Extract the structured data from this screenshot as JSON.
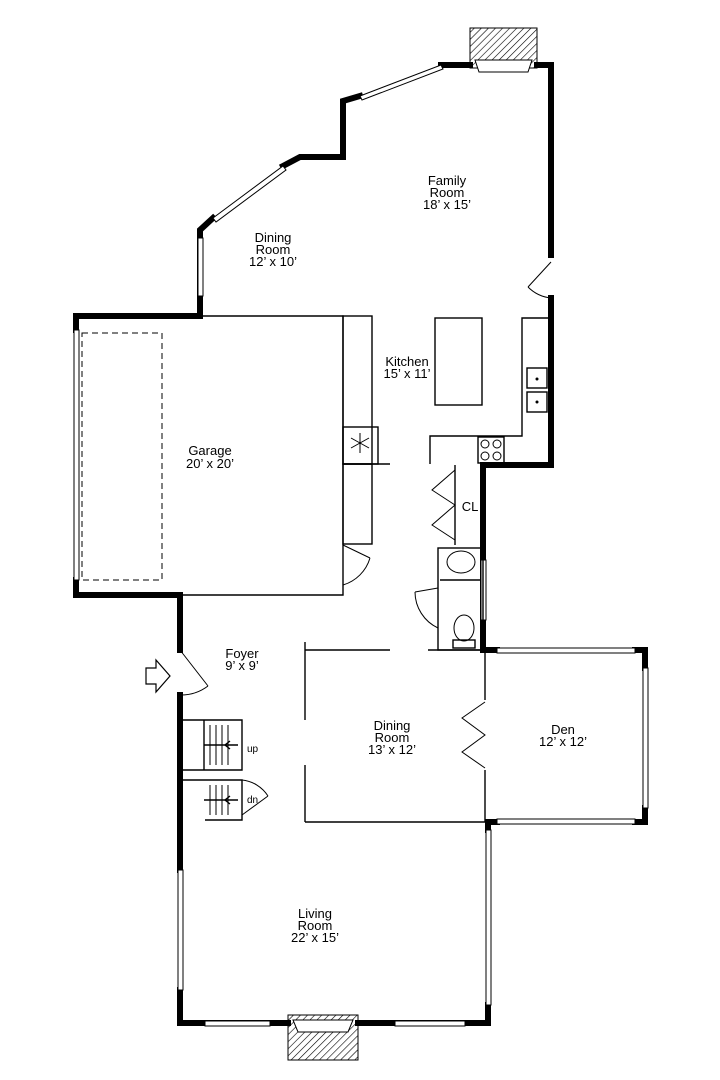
{
  "rooms": {
    "family": {
      "line1": "Family",
      "line2": "Room",
      "dims": "18’ x 15’"
    },
    "dining_upper": {
      "line1": "Dining",
      "line2": "Room",
      "dims": "12’ x 10’"
    },
    "kitchen": {
      "line1": "Kitchen",
      "dims": "15’ x 11’"
    },
    "garage": {
      "line1": "Garage",
      "dims": "20’ x 20’"
    },
    "closet": {
      "line1": "CL"
    },
    "foyer": {
      "line1": "Foyer",
      "dims": "9’ x 9’"
    },
    "dining_lower": {
      "line1": "Dining",
      "line2": "Room",
      "dims": "13’ x 12’"
    },
    "den": {
      "line1": "Den",
      "dims": "12’ x 12’"
    },
    "living": {
      "line1": "Living",
      "line2": "Room",
      "dims": "22’ x 15’"
    }
  },
  "stairs": {
    "up_label": "up",
    "down_label": "dn"
  },
  "icons": {
    "snowflake": "snowflake-icon",
    "entry_arrow": "entry-arrow-icon"
  },
  "colors": {
    "wall": "#000000",
    "background": "#ffffff"
  }
}
